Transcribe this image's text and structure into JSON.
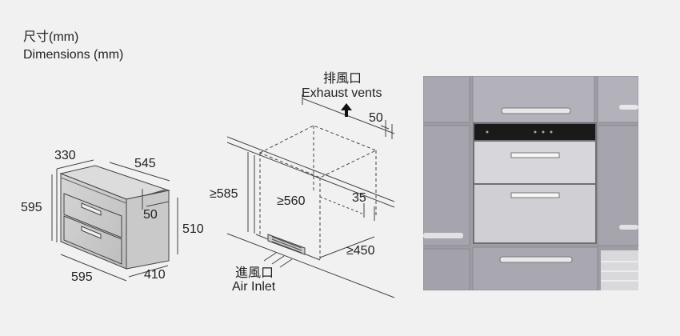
{
  "title": {
    "line_cn": "尺寸(mm)",
    "line_en": "Dimensions (mm)"
  },
  "front_view": {
    "depth_top": "330",
    "width_top": "545",
    "height_left": "595",
    "inset": "50",
    "height_right": "510",
    "width_bottom": "595",
    "depth_bottom": "410"
  },
  "installation": {
    "exhaust_cn": "排風口",
    "exhaust_en": "Exhaust vents",
    "gap_top": "50",
    "cavity_height": "≥585",
    "cavity_width": "≥560",
    "inset": "35",
    "cavity_depth": "≥450",
    "inlet_cn": "進風口",
    "inlet_en": "Air Inlet"
  },
  "colors": {
    "background": "#f1f1f1",
    "line": "#444444",
    "cabinet": "#9c9ba4",
    "appliance_panel": "#1a1a1a"
  }
}
